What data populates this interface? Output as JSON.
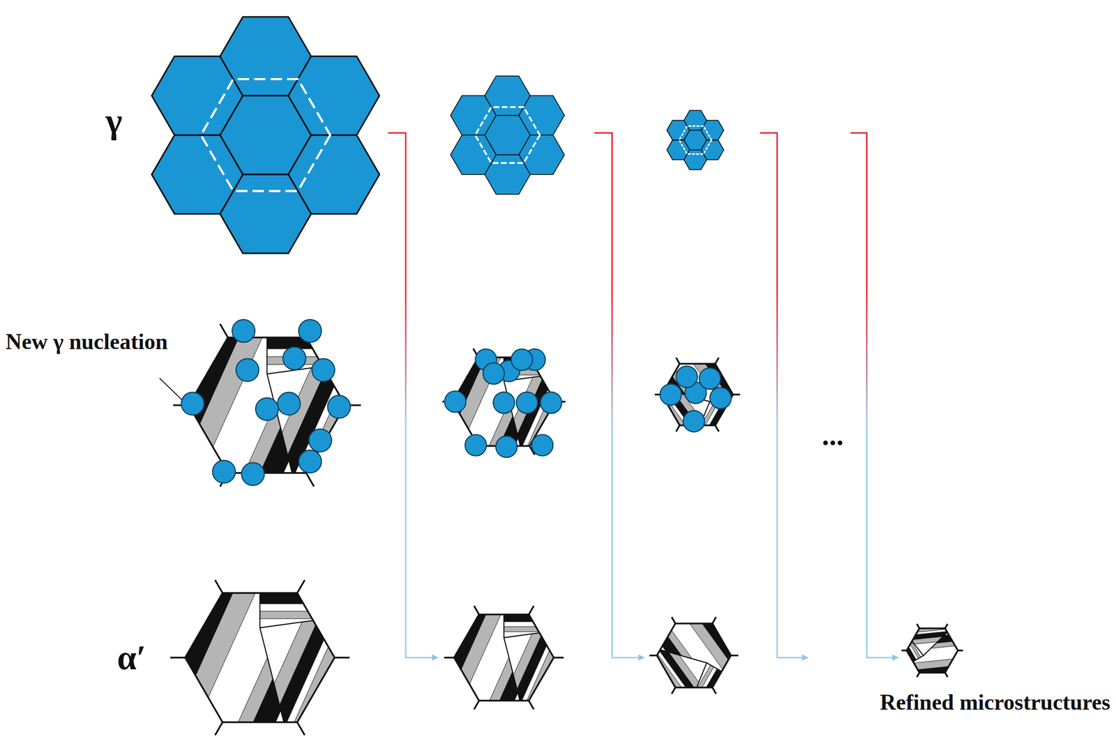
{
  "diagram": {
    "labels": [
      "γ",
      "New γ nucleation",
      "α′",
      "...",
      "Refined microstructures"
    ]
  }
}
